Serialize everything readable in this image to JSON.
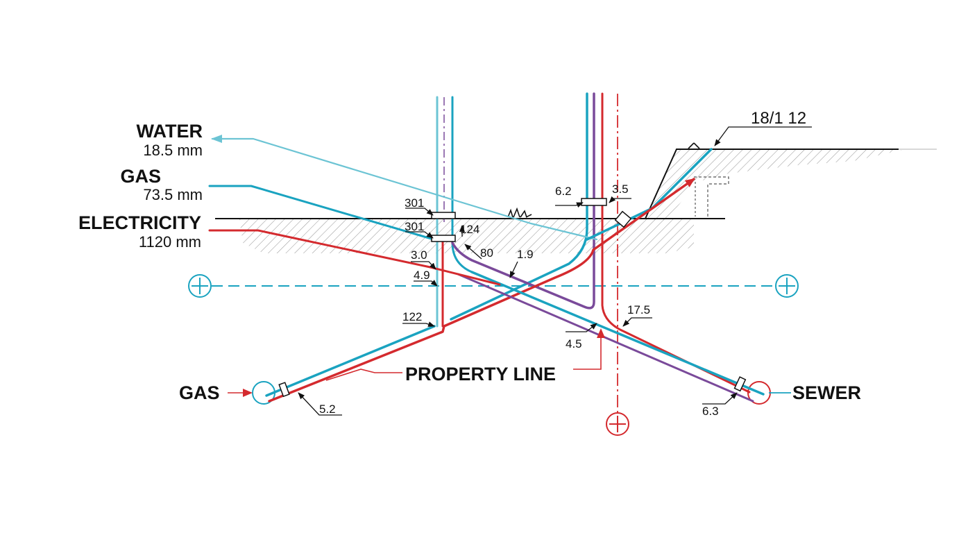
{
  "colors": {
    "water": "#6cc4d4",
    "gas": "#1aa3c0",
    "electricity": "#d42a2e",
    "sewer": "#7a4a9a",
    "ink": "#111111",
    "hatch": "#9a9a9a"
  },
  "legend": {
    "water": {
      "title": "WATER",
      "size": "18.5 mm"
    },
    "gas": {
      "title": "GAS",
      "size": "73.5 mm"
    },
    "electricity": {
      "title": "ELECTRICITY",
      "size": "1120 mm"
    }
  },
  "labels": {
    "gas_end": "GAS",
    "sewer_end": "SEWER",
    "property_line": "PROPERTY LINE",
    "section_ref": "18/1 12"
  },
  "dimensions": {
    "d301a": "301",
    "d301b": "301",
    "d124": "124",
    "d30": "3.0",
    "d49": "4.9",
    "d80": "80",
    "d19": "1.9",
    "d62": "6.2",
    "d35": "3.5",
    "d122": "122",
    "d175": "17.5",
    "d45": "4.5",
    "d52": "5.2",
    "d63": "6.3"
  },
  "icons": [
    "grass-tuft-icon",
    "datum-marker-icon",
    "section-mark-icon",
    "connection-symbol-icon"
  ]
}
